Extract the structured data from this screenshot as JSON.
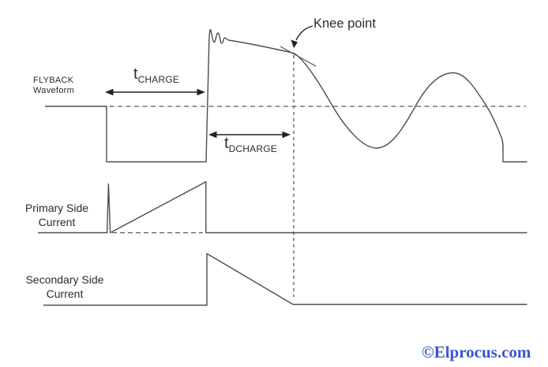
{
  "diagram": {
    "title_context": "Flyback converter waveforms",
    "colors": {
      "background": "#ffffff",
      "trace_line": "#4d4d4d",
      "annotation_line": "#222222",
      "text": "#2b2b2b",
      "watermark_blue": "#3a55cd"
    },
    "labels": {
      "flyback": {
        "line1": "FLYBACK",
        "line2": "Waveform"
      },
      "primary": {
        "line1": "Primary Side",
        "line2": "Current"
      },
      "secondary": {
        "line1": "Secondary Side",
        "line2": "Current"
      },
      "knee_point": "Knee point",
      "t_charge": {
        "symbol": "t",
        "subscript": "CHARGE"
      },
      "t_dcharge": {
        "symbol": "t",
        "subscript": "DCHARGE"
      }
    },
    "annotations": {
      "t_charge_arrow": "double-headed horizontal arrow spanning the charge interval",
      "t_dcharge_arrow": "double-headed horizontal arrow spanning the discharge interval",
      "knee_arrow": "curved arrow pointing to knee of flyback waveform",
      "baseline_dashed": "horizontal dashed reference line of flyback waveform",
      "knee_vertical_dashed": "vertical dashed line from knee point down through current traces"
    },
    "watermark": "©Elprocus.com"
  }
}
